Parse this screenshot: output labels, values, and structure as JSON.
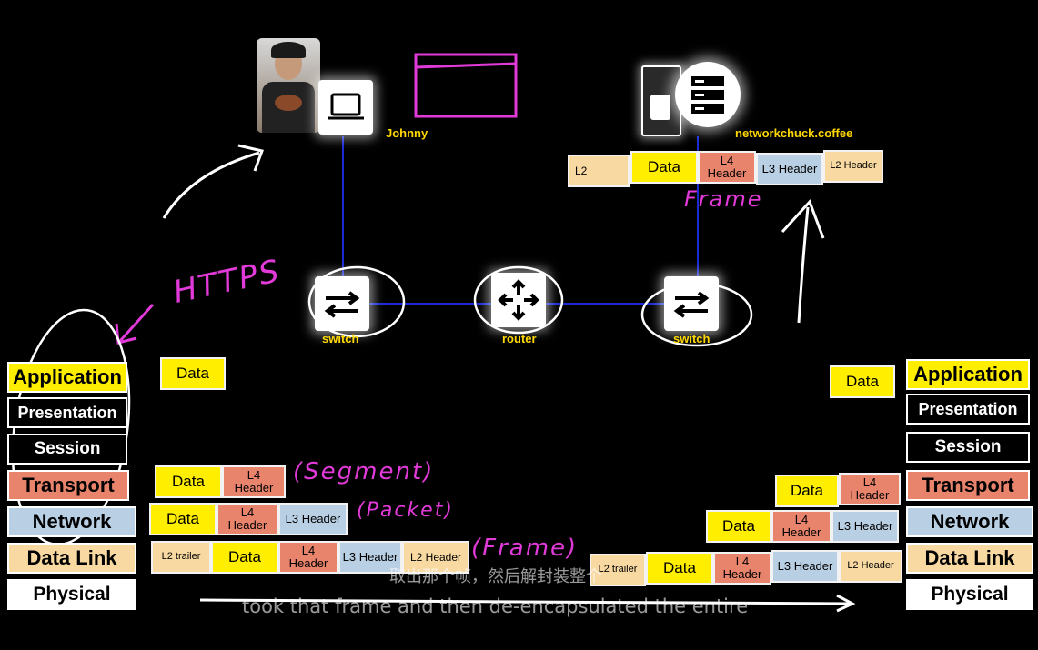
{
  "osi_layers": [
    "Application",
    "Presentation",
    "Session",
    "Transport",
    "Network",
    "Data Link",
    "Physical"
  ],
  "devices": {
    "johnny_label": "Johnny",
    "server_label": "networkchuck.coffee",
    "switch1_label": "switch",
    "router_label": "router",
    "switch2_label": "switch"
  },
  "annotations": {
    "https": "HTTPS",
    "segment": "(Segment)",
    "packet": "(Packet)",
    "frame": "(Frame)",
    "frame_top": "Frame"
  },
  "pdu": {
    "data": "Data",
    "l4_header": "L4\nHeader",
    "l3_header": "L3 Header",
    "l2_header": "L2 Header",
    "l2_trailer": "L2 trailer",
    "l2_short": "L2"
  },
  "subtitles": {
    "chinese": "取出那个帧，然后解封装整个",
    "english": "took that frame and then de-encapsulated the entire"
  },
  "colors": {
    "yellow": "#ffee00",
    "l4": "#e8846c",
    "l3": "#b9cfe3",
    "l2": "#f8d9a2",
    "annotation": "#e23ad8",
    "device_label": "#ffd800",
    "link": "#1a2bd6"
  }
}
